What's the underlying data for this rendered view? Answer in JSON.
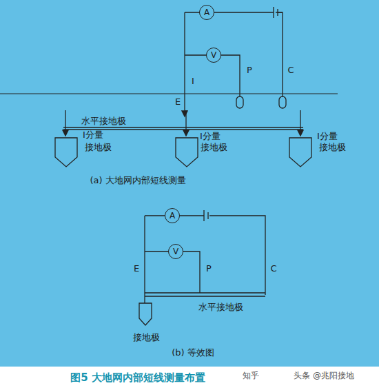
{
  "diagram": {
    "caption": "图5 大地网内部短线测量布置",
    "nodes": [
      {
        "text": [
          "A"
        ]
      },
      {
        "text": [
          "V"
        ]
      },
      {
        "text": [
          "A"
        ]
      },
      {
        "text": [
          "V"
        ]
      }
    ],
    "labels": [
      "E",
      "I",
      "P",
      "C",
      "水平接地极",
      "I分量",
      "接地极",
      "I分量",
      "接地极",
      "I分量",
      "接地极",
      "(a) 大地网内部短线测量",
      "E",
      "P",
      "C",
      "水平接地极",
      "接地极",
      "(b) 等效图",
      "知乎",
      "头条 @兆阳接地"
    ]
  }
}
